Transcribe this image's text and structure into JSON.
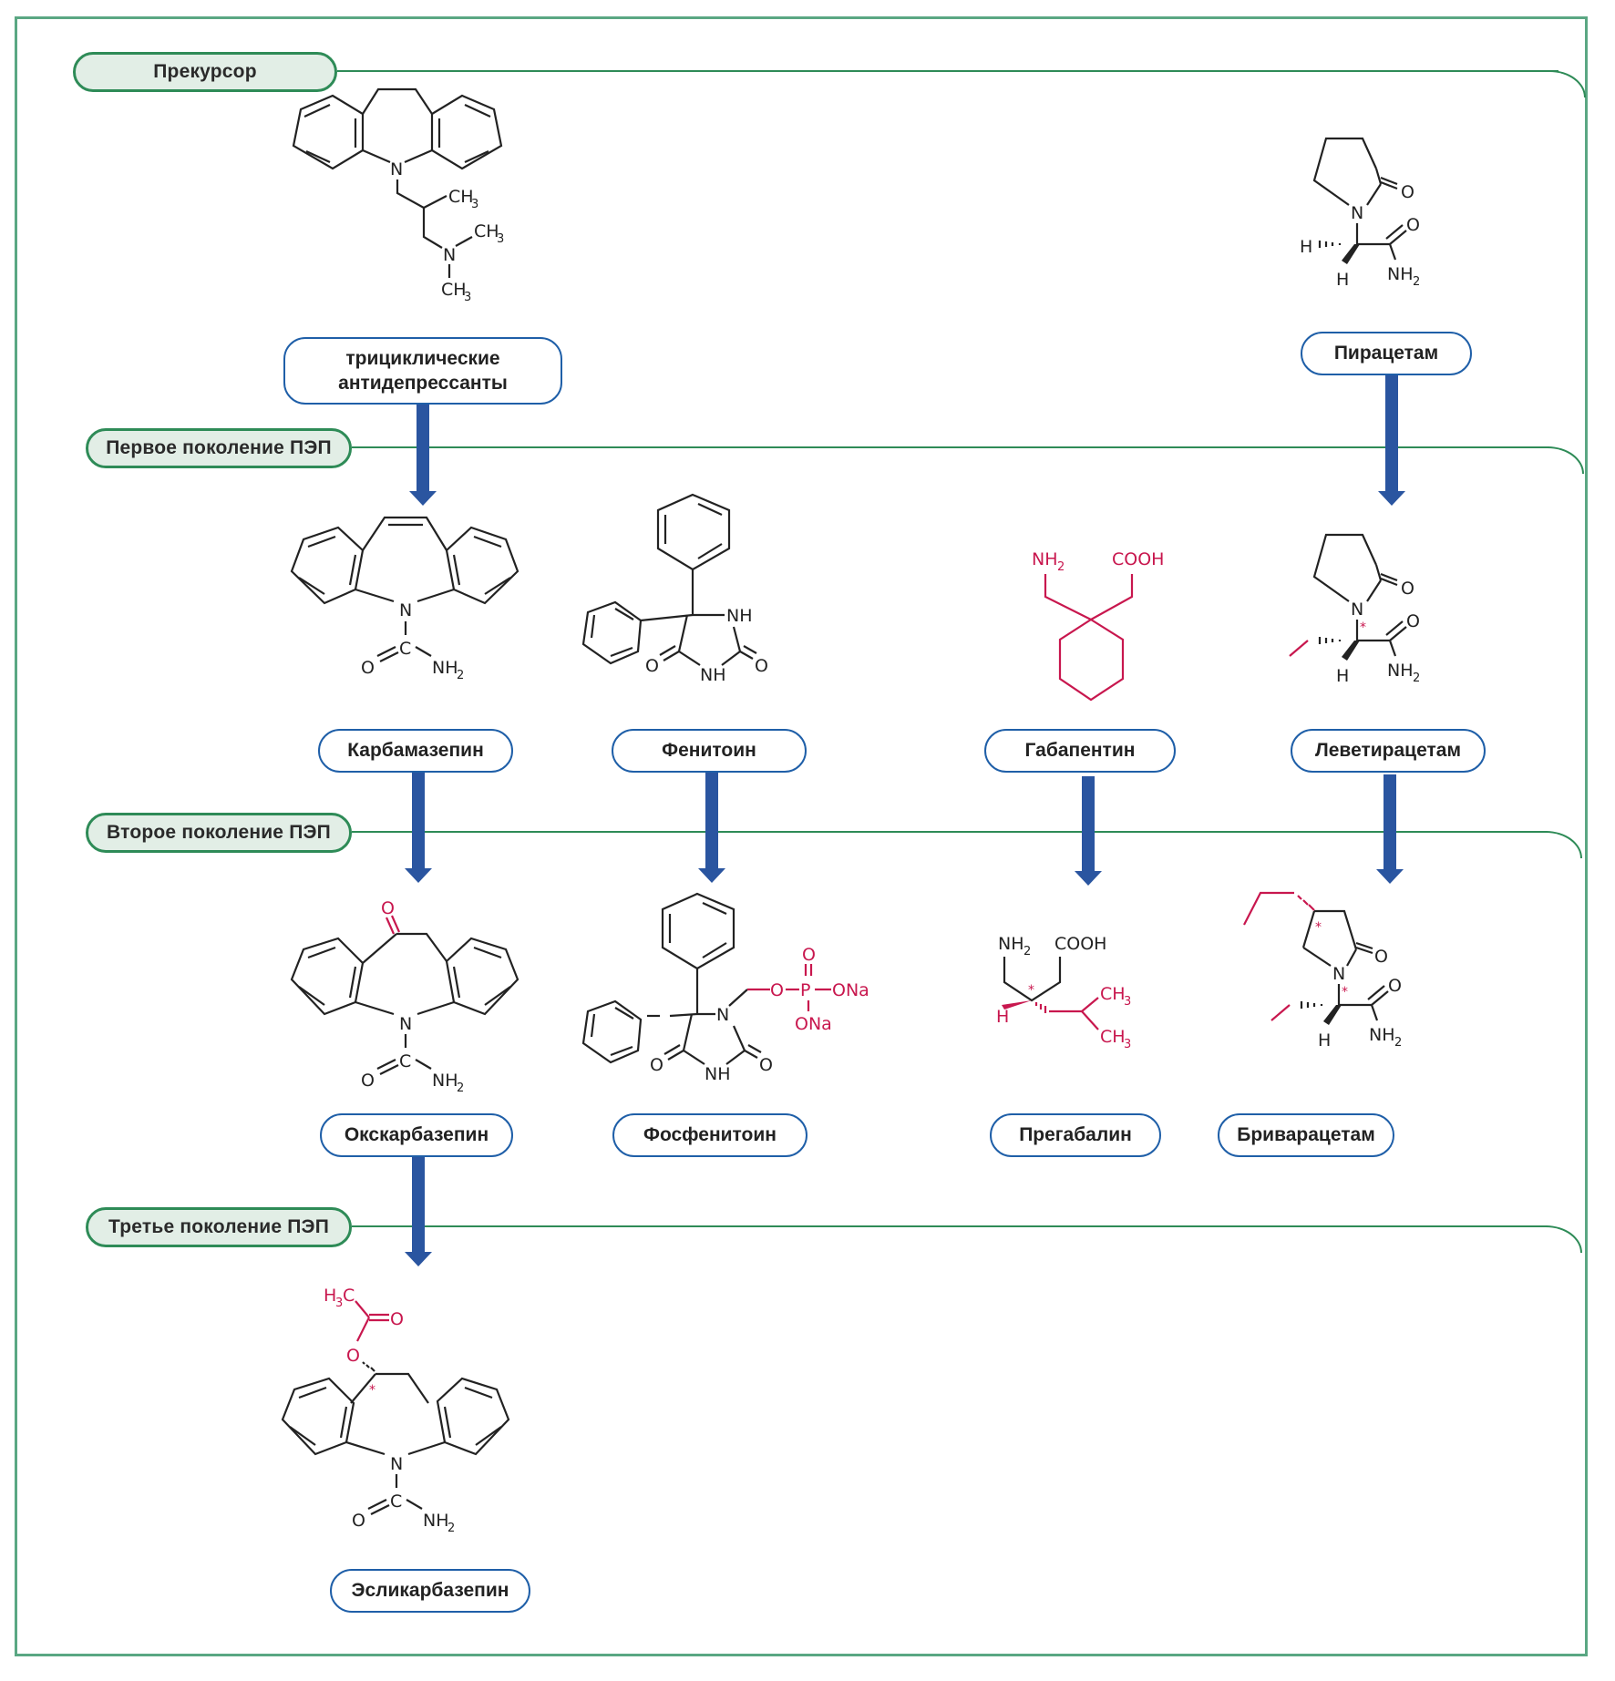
{
  "generations": [
    {
      "id": "precursor",
      "label": "Прекурсор"
    },
    {
      "id": "first",
      "label": "Первое поколение ПЭП"
    },
    {
      "id": "second",
      "label": "Второе поколение ПЭП"
    },
    {
      "id": "third",
      "label": "Третье поколение ПЭП"
    }
  ],
  "precursors": [
    {
      "label_line1": "трициклические",
      "label_line2": "антидепрессанты"
    },
    {
      "label": "Пирацетам"
    }
  ],
  "first_gen": [
    {
      "label": "Карбамазепин"
    },
    {
      "label": "Фенитоин"
    },
    {
      "label": "Габапентин"
    },
    {
      "label": "Леветирацетам"
    }
  ],
  "second_gen": [
    {
      "label": "Окскарбазепин"
    },
    {
      "label": "Фосфенитоин"
    },
    {
      "label": "Прегабалин"
    },
    {
      "label": "Бриварацетам"
    }
  ],
  "third_gen": [
    {
      "label": "Эсликарбазепин"
    }
  ],
  "atoms": {
    "N": "N",
    "O": "O",
    "C": "C",
    "H": "H",
    "P": "P",
    "NH": "NH",
    "NH2": "NH",
    "sub2": "2",
    "sub3": "3",
    "CH3": "CH",
    "COOH": "COOH",
    "ONa": "ONa",
    "H3C_H": "H",
    "H3C_C": "C",
    "star": "*"
  },
  "colors": {
    "frame": "#5aa783",
    "generation_line": "#2e8b57",
    "generation_fill": "#e2eee6",
    "drug_border": "#1f5fa8",
    "arrow": "#2a55a0",
    "highlight": "#c8174e"
  }
}
